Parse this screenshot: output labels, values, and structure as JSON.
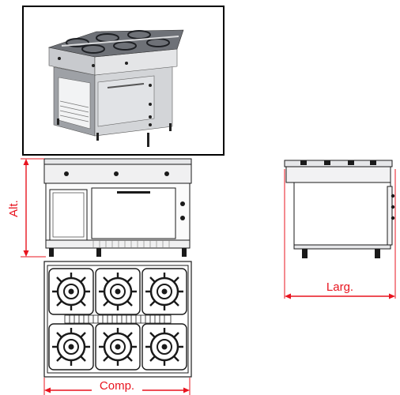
{
  "labels": {
    "height": "Alt.",
    "depth": "Larg.",
    "width": "Comp."
  },
  "colors": {
    "dimension": "#e8141f",
    "line": "#1a1a1a",
    "steel_light": "#e6e7e9",
    "steel_mid": "#c4c6ca",
    "steel_dark": "#3a3d42"
  }
}
